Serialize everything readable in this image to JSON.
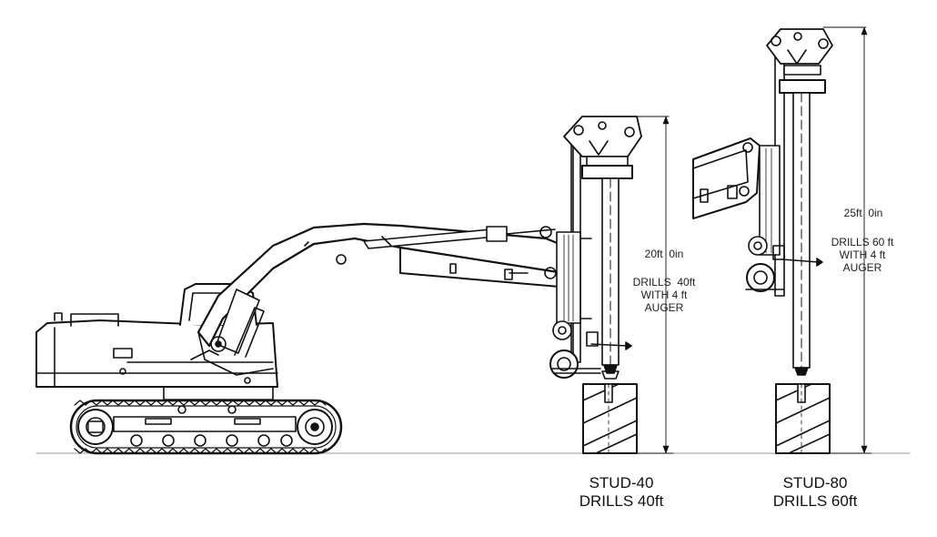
{
  "diagram": {
    "units": [
      {
        "model": "STUD-40",
        "caption_line2": "DRILLS 40ft",
        "height_label": "20ft  0in",
        "note_lines": [
          "DRILLS  40ft",
          "WITH 4 ft",
          "AUGER"
        ]
      },
      {
        "model": "STUD-80",
        "caption_line2": "DRILLS 60ft",
        "height_label": "25ft  0in",
        "note_lines": [
          "DRILLS 60 ft",
          "WITH 4 ft",
          "AUGER"
        ]
      }
    ]
  }
}
